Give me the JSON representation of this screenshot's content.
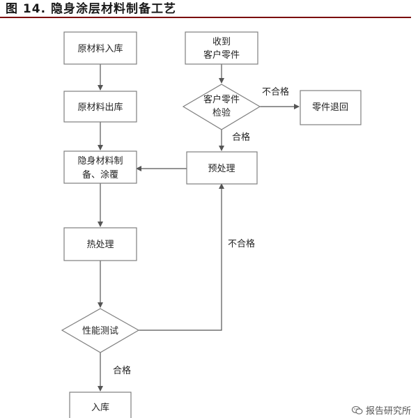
{
  "header": {
    "title": "图 14. 隐身涂层材料制备工艺"
  },
  "nodes": {
    "raw_in": "原材料入库",
    "raw_out": "原材料出库",
    "prep_line1": "隐身材料制",
    "prep_line2": "备、涂覆",
    "heat": "热处理",
    "test": "性能测试",
    "store": "入库",
    "receive_line1": "收到",
    "receive_line2": "客户零件",
    "inspect_line1": "客户零件",
    "inspect_line2": "检验",
    "return": "零件退回",
    "pretreat": "预处理"
  },
  "edges": {
    "fail_inspect": "不合格",
    "pass_inspect": "合格",
    "fail_test": "不合格",
    "pass_test": "合格"
  },
  "footer": {
    "source": "报告研究所",
    "logo_icon": "wechat-icon"
  }
}
